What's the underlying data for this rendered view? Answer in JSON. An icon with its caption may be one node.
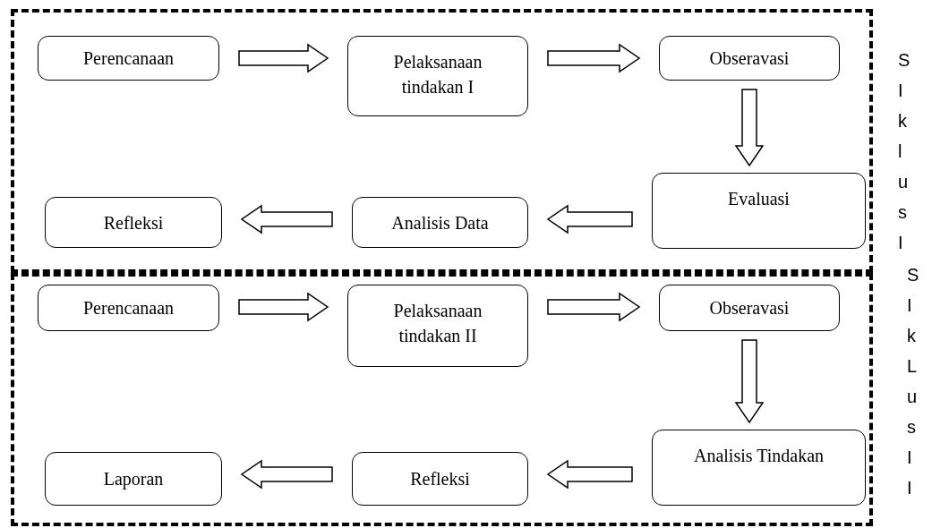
{
  "diagram": {
    "nodes": [
      {
        "text": [],
        "shape": "box"
      },
      {
        "text": [
          "Perencanaan"
        ],
        "in": 0
      },
      {
        "text": [
          "Pelaksanaan tindakan I"
        ],
        "in": 0
      },
      {
        "text": [
          "Obseravasi"
        ],
        "in": 0
      },
      {
        "text": [
          "Refleksi"
        ],
        "in": 0
      },
      {
        "text": [
          "Analisis Data"
        ],
        "in": 0
      },
      {
        "text": [
          "Evaluasi"
        ],
        "in": 0
      },
      {
        "text": [],
        "shape": "box"
      },
      {
        "text": [
          "Perencanaan"
        ],
        "in": 7
      },
      {
        "text": [
          "Pelaksanaan tindakan II"
        ],
        "in": 7
      },
      {
        "text": [
          "Obseravasi"
        ],
        "in": 7
      },
      {
        "text": [
          "Laporan"
        ],
        "in": 7
      },
      {
        "text": [
          "Refleksi"
        ],
        "in": 7
      },
      {
        "text": [
          "Analisis Tindakan"
        ],
        "in": 7
      }
    ],
    "edges": [
      {
        "from": 1,
        "to": 2,
        "arrow": "to"
      },
      {
        "from": 2,
        "to": 3,
        "arrow": "to"
      },
      {
        "from": 3,
        "to": 6,
        "arrow": "to"
      },
      {
        "from": 6,
        "to": 5,
        "arrow": "to"
      },
      {
        "from": 5,
        "to": 4,
        "arrow": "to"
      },
      {
        "from": 8,
        "to": 9,
        "arrow": "to"
      },
      {
        "from": 9,
        "to": 10,
        "arrow": "to"
      },
      {
        "from": 10,
        "to": 13,
        "arrow": "to"
      },
      {
        "from": 13,
        "to": 12,
        "arrow": "to"
      },
      {
        "from": 12,
        "to": 11,
        "arrow": "to"
      }
    ],
    "labels": [
      "SIklus I",
      "SIkLus II"
    ]
  }
}
